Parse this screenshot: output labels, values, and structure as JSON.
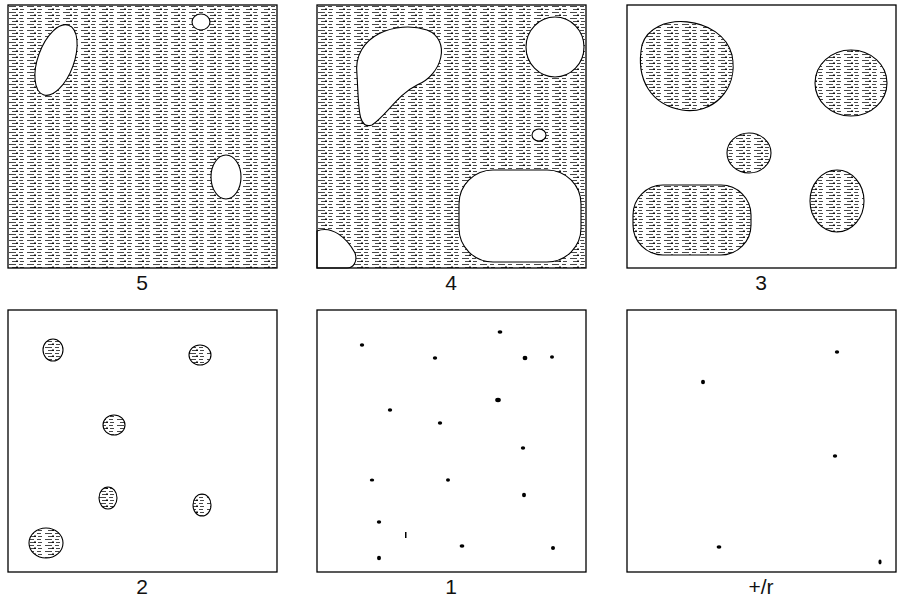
{
  "diagram": {
    "labels": [
      "5",
      "4",
      "3",
      "2",
      "1",
      "+/r"
    ]
  }
}
